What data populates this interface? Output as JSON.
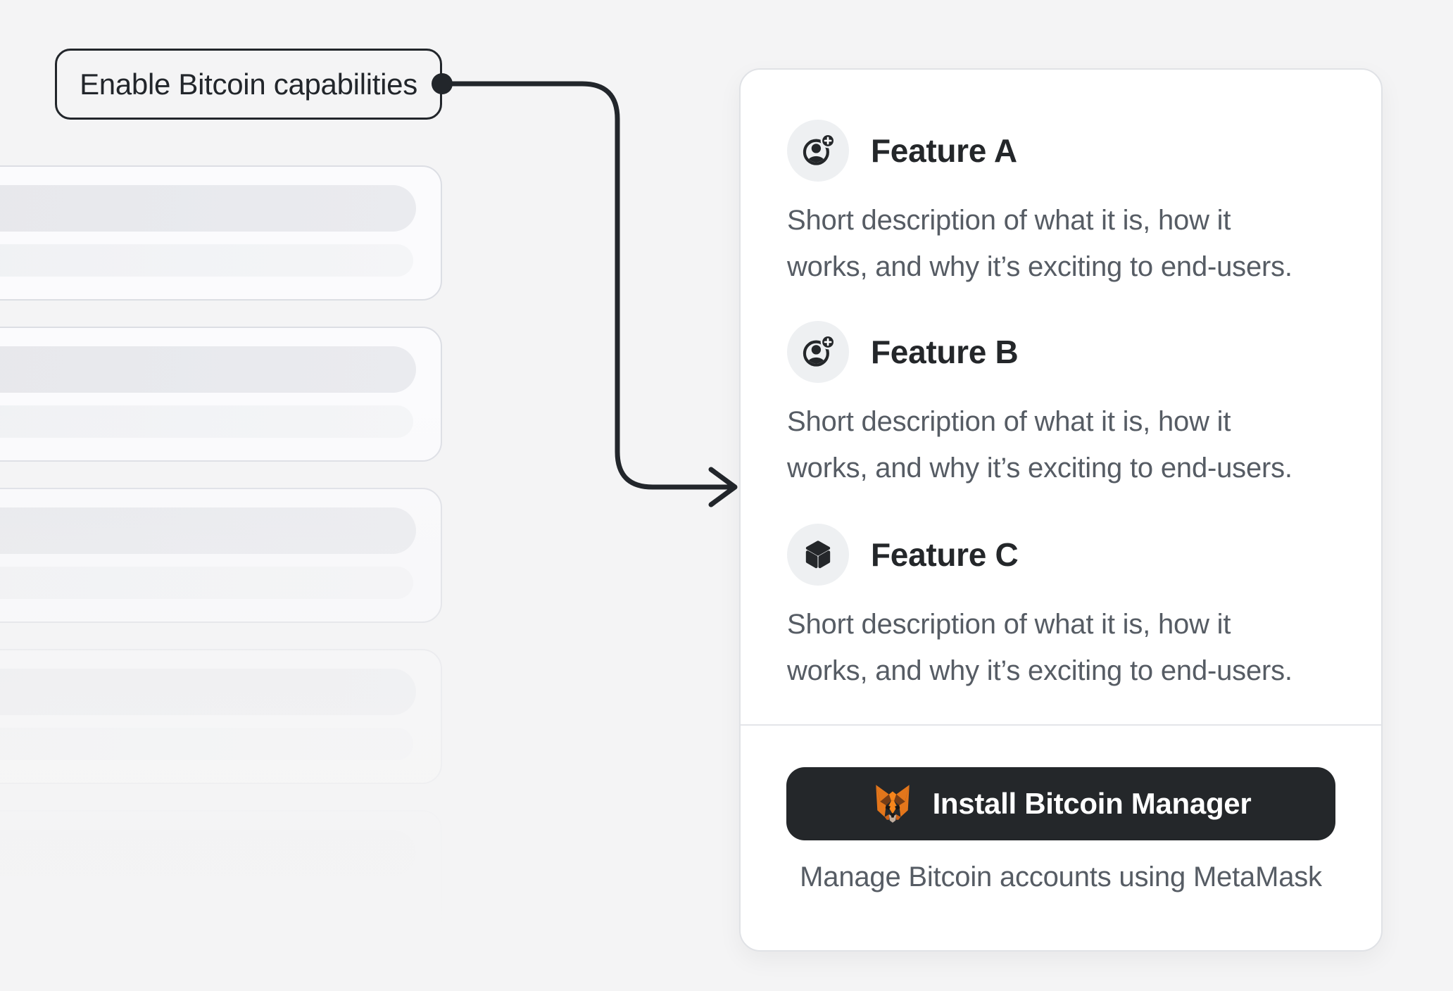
{
  "annotation": {
    "label": "Enable Bitcoin capabilities"
  },
  "features": [
    {
      "title": "Feature A",
      "icon": "user-add-icon",
      "description_line1": "Short description of what it is, how it",
      "description_line2": "works, and why it’s exciting to end-users."
    },
    {
      "title": "Feature B",
      "icon": "user-add-icon",
      "description_line1": "Short description of what it is, how it",
      "description_line2": "works, and why it’s exciting to end-users."
    },
    {
      "title": "Feature C",
      "icon": "cube-icon",
      "description_line1": "Short description of what it is, how it",
      "description_line2": "works, and why it’s exciting to end-users."
    }
  ],
  "footer": {
    "install_button_label": "Install Bitcoin Manager",
    "install_button_icon": "metamask-fox-icon",
    "caption": "Manage Bitcoin accounts using MetaMask"
  },
  "skeleton": {
    "card_count": 5,
    "bars_per_card": 2
  },
  "colors": {
    "page_background": "#f4f4f5",
    "ink": "#22262b",
    "heading_text": "#24272a",
    "body_text": "#565c64",
    "card_background": "#ffffff",
    "card_border": "#e0e2e6",
    "divider": "#e4e5e9",
    "icon_circle_background": "#eef0f2",
    "button_background": "#24272a",
    "button_text": "#ffffff",
    "skeleton_card_background": "#fbfbfd",
    "skeleton_bar_dark": "#e8e9ec",
    "skeleton_bar_light": "#f2f3f6",
    "fox_orange": "#e2761b",
    "fox_brown": "#763d16"
  }
}
